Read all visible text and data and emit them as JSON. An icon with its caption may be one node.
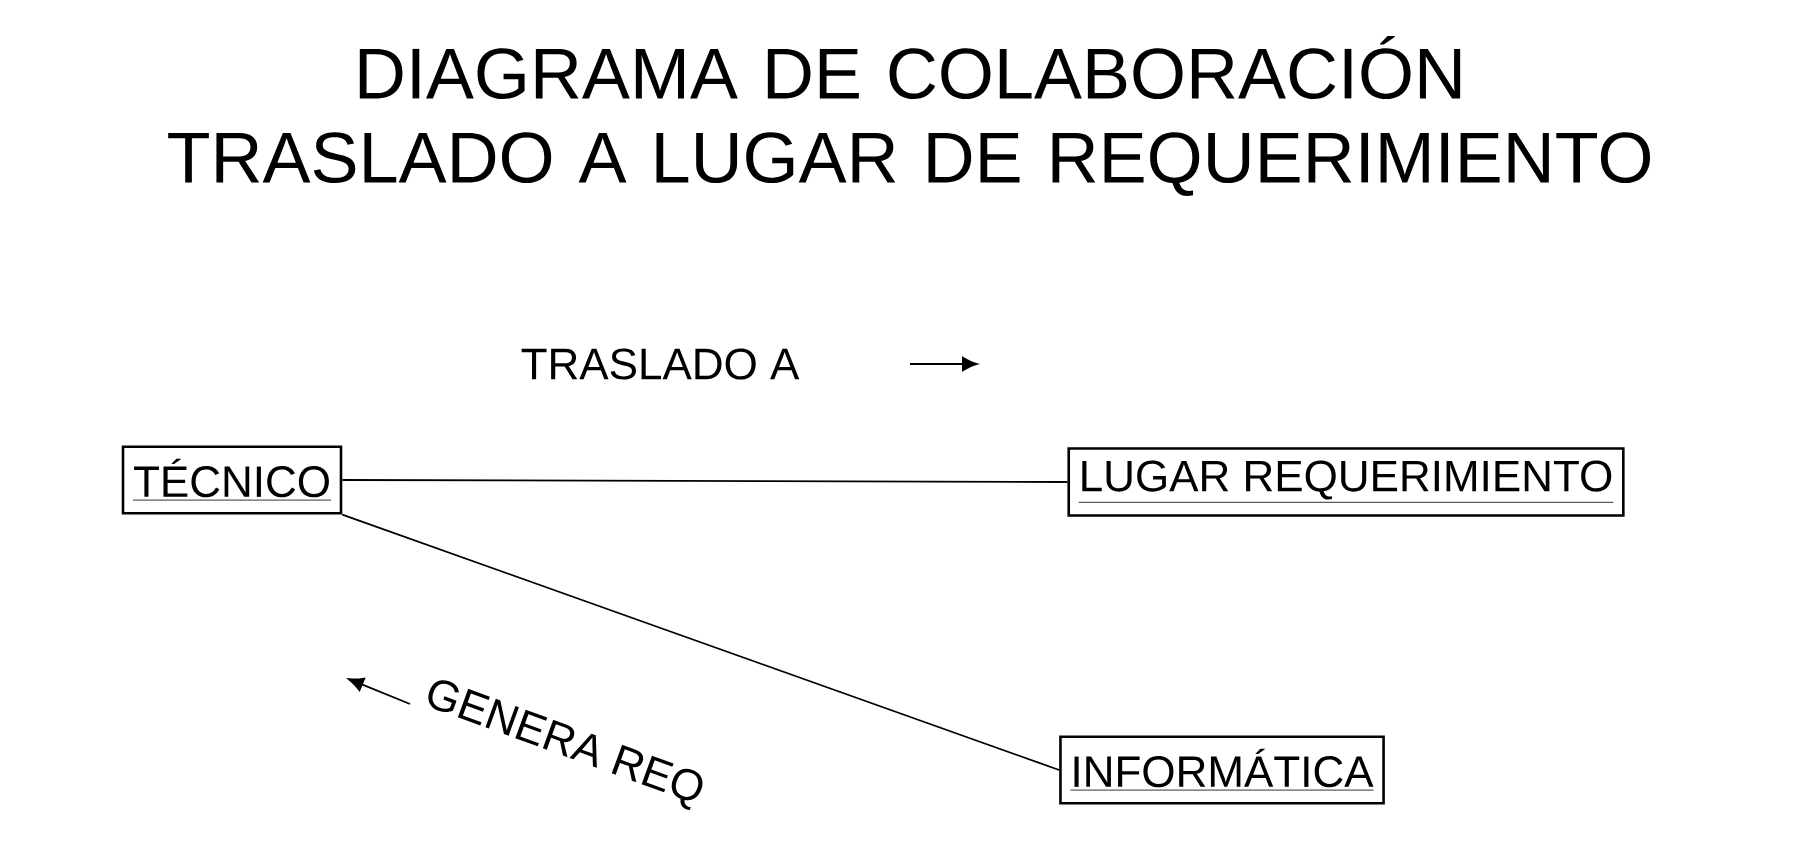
{
  "diagram": {
    "title": "DIAGRAMA DE COLABORACIÓN TRASLADO A LUGAR DE REQUERIMIENTO",
    "nodes": [
      {
        "text": [
          "TÉCNICO"
        ]
      },
      {
        "text": [
          "LUGAR REQUERIMIENTO"
        ]
      },
      {
        "text": [
          "INFORMÁTICA"
        ]
      }
    ],
    "edges": [
      {
        "from": 0,
        "to": 1,
        "arrow": "none",
        "label": "TRASLADO A"
      },
      {
        "from": 0,
        "to": 2,
        "arrow": "none",
        "label": "GENERA REQ"
      }
    ]
  }
}
